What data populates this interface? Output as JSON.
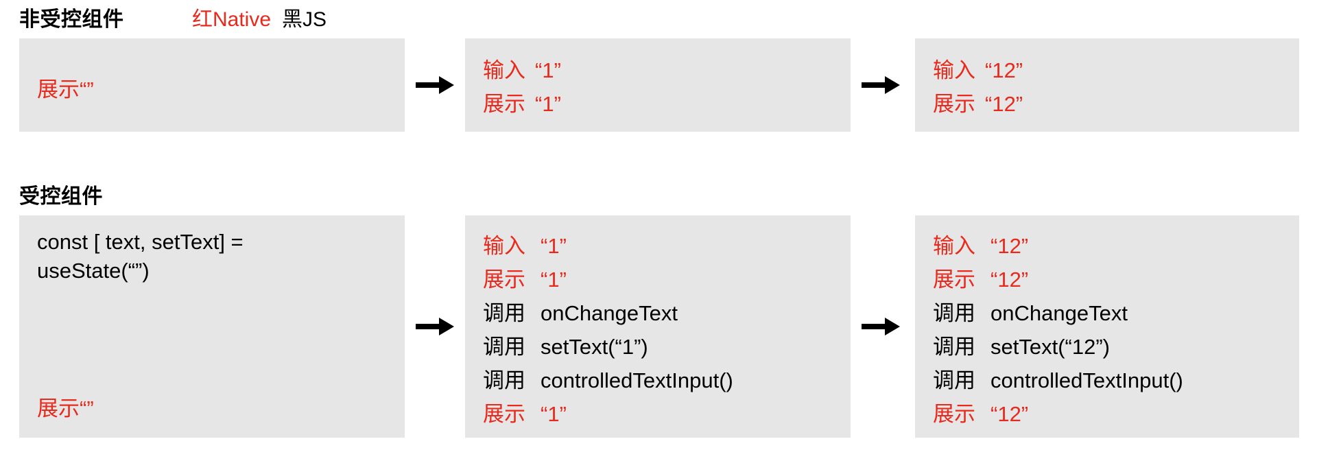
{
  "colors": {
    "native_red": "#E8291C",
    "js_black": "#000000",
    "panel_bg": "#E6E6E6",
    "page_bg": "#FFFFFF"
  },
  "legend": {
    "red_label": "红Native",
    "black_label": "黑JS"
  },
  "sections": [
    {
      "id": "uncontrolled",
      "title": "非受控组件",
      "steps": [
        {
          "id": "uncontrolled-initial",
          "lines": [
            {
              "label": "展示“”",
              "value": "",
              "color": "red"
            }
          ]
        },
        {
          "id": "uncontrolled-type-1",
          "lines": [
            {
              "label": "输入",
              "value": "“1”",
              "color": "red"
            },
            {
              "label": "展示",
              "value": "“1”",
              "color": "red"
            }
          ]
        },
        {
          "id": "uncontrolled-type-12",
          "lines": [
            {
              "label": "输入",
              "value": "“12”",
              "color": "red"
            },
            {
              "label": "展示",
              "value": "“12”",
              "color": "red"
            }
          ]
        }
      ]
    },
    {
      "id": "controlled",
      "title": "受控组件",
      "steps": [
        {
          "id": "controlled-initial",
          "code": "const [ text, setText]  =\nuseState(“”)",
          "footer": "展示“”"
        },
        {
          "id": "controlled-type-1",
          "lines": [
            {
              "label": "输入",
              "value": "“1”",
              "color": "red"
            },
            {
              "label": "展示",
              "value": "“1”",
              "color": "red"
            },
            {
              "label": "调用",
              "value": "onChangeText",
              "color": "black"
            },
            {
              "label": "调用",
              "value": "setText(“1”)",
              "color": "black"
            },
            {
              "label": "调用",
              "value": "controlledTextInput()",
              "color": "black"
            },
            {
              "label": "展示",
              "value": "“1”",
              "color": "red"
            }
          ]
        },
        {
          "id": "controlled-type-12",
          "lines": [
            {
              "label": "输入",
              "value": "“12”",
              "color": "red"
            },
            {
              "label": "展示",
              "value": "“12”",
              "color": "red"
            },
            {
              "label": "调用",
              "value": "onChangeText",
              "color": "black"
            },
            {
              "label": "调用",
              "value": "setText(“12”)",
              "color": "black"
            },
            {
              "label": "调用",
              "value": "controlledTextInput()",
              "color": "black"
            },
            {
              "label": "展示",
              "value": "“12”",
              "color": "red"
            }
          ]
        }
      ]
    }
  ],
  "arrows": {
    "glyph": "right-arrow",
    "count": 4
  }
}
